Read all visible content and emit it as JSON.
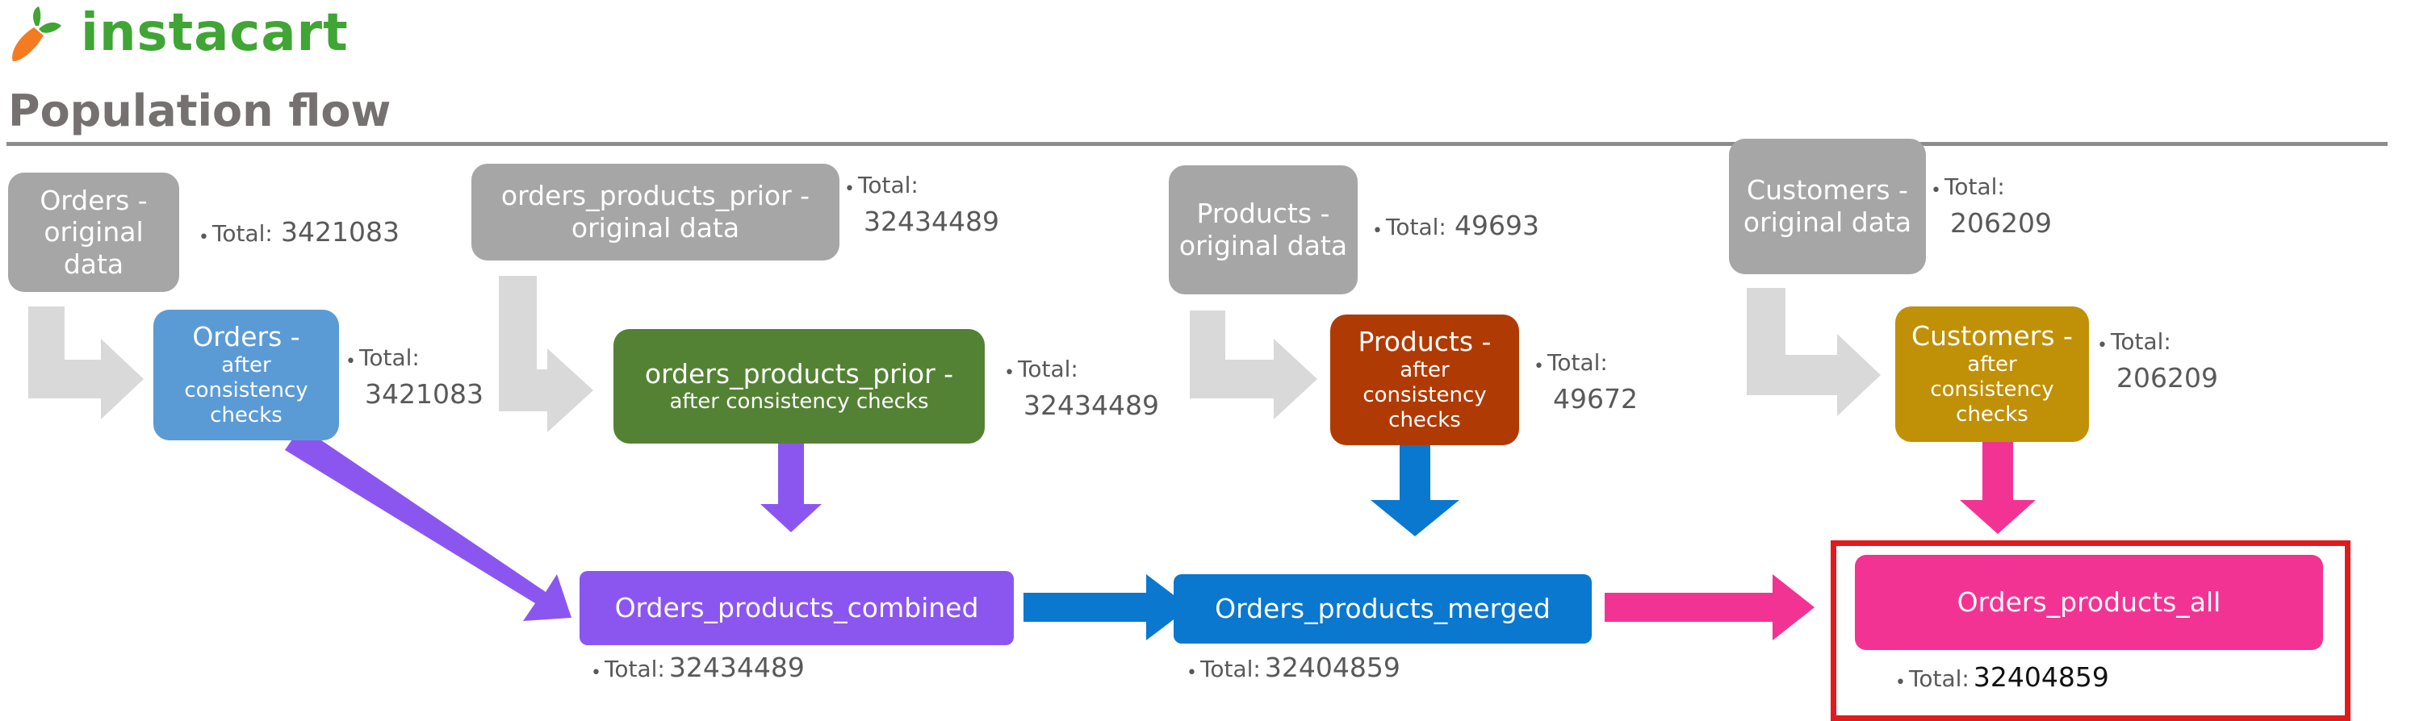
{
  "brand": {
    "name": "instacart",
    "brand_color": "#3fa535",
    "logo_color": "#f47b20"
  },
  "title": "Population flow",
  "sources": [
    {
      "id": "orders",
      "label": [
        "Orders -",
        "original",
        "data"
      ],
      "total_label": "Total:",
      "total": "3421083"
    },
    {
      "id": "opp",
      "label": [
        "orders_products_prior -",
        "original data"
      ],
      "total_label": "Total:",
      "total": "32434489"
    },
    {
      "id": "products",
      "label": [
        "Products -",
        "original data"
      ],
      "total_label": "Total:",
      "total": "49693"
    },
    {
      "id": "customers",
      "label": [
        "Customers -",
        "original data"
      ],
      "total_label": "Total:",
      "total": "206209"
    }
  ],
  "checked": [
    {
      "id": "orders",
      "title": "Orders -",
      "sub": [
        "after",
        "consistency",
        "checks"
      ],
      "color": "#5b9bd5",
      "total_label": "Total:",
      "total": "3421083"
    },
    {
      "id": "opp",
      "title": "orders_products_prior -",
      "sub": [
        "after consistency checks"
      ],
      "color": "#548235",
      "total_label": "Total:",
      "total": "32434489"
    },
    {
      "id": "products",
      "title": "Products -",
      "sub": [
        "after",
        "consistency",
        "checks"
      ],
      "color": "#b03a03",
      "total_label": "Total:",
      "total": "49672"
    },
    {
      "id": "customers",
      "title": "Customers -",
      "sub": [
        "after",
        "consistency",
        "checks"
      ],
      "color": "#c09006",
      "total_label": "Total:",
      "total": "206209"
    }
  ],
  "merged": [
    {
      "id": "combined",
      "label": "Orders_products_combined",
      "color": "#8b56f0",
      "total_label": "Total:",
      "total": "32434489"
    },
    {
      "id": "merged",
      "label": "Orders_products_merged",
      "color": "#0a78cf",
      "total_label": "Total:",
      "total": "32404859"
    },
    {
      "id": "all",
      "label": "Orders_products_all",
      "color": "#f33394",
      "total_label": "Total:",
      "total": "32404859"
    }
  ],
  "colors": {
    "grey_box": "#a6a6a6",
    "grey_arrow": "#d9d9d9",
    "highlight": "#e31a1c",
    "purple_arrow": "#8b56f0",
    "blue_arrow": "#0a78cf",
    "pink_arrow": "#f33394"
  }
}
